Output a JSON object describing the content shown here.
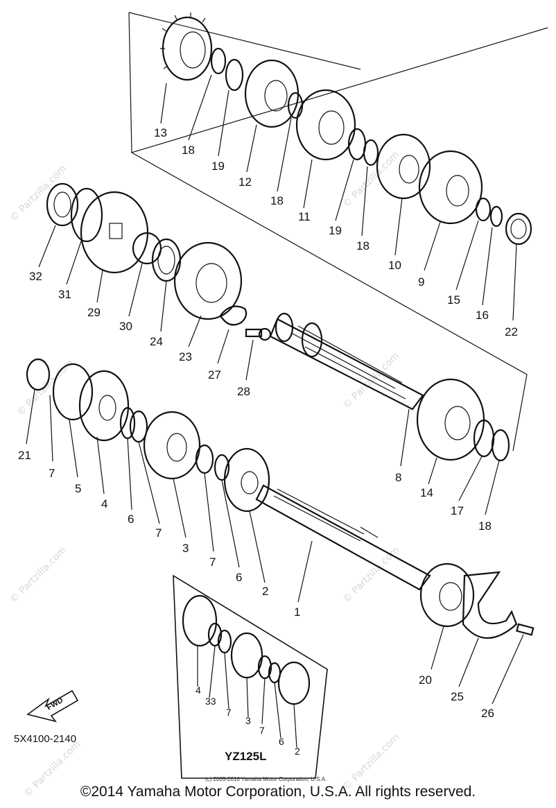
{
  "watermark": {
    "text": "© Partzilla.com"
  },
  "part_numbers": {
    "p1": "1",
    "p2": "2",
    "p3": "3",
    "p4": "4",
    "p5": "5",
    "p6a": "6",
    "p6b": "6",
    "p7a": "7",
    "p7b": "7",
    "p7c": "7",
    "p8": "8",
    "p9": "9",
    "p10": "10",
    "p11": "11",
    "p12": "12",
    "p13": "13",
    "p14": "14",
    "p15": "15",
    "p16": "16",
    "p17": "17",
    "p18a": "18",
    "p18b": "18",
    "p18c": "18",
    "p18d": "18",
    "p19a": "19",
    "p19b": "19",
    "p20": "20",
    "p21": "21",
    "p22": "22",
    "p23": "23",
    "p24": "24",
    "p25": "25",
    "p26": "26",
    "p27": "27",
    "p28": "28",
    "p29": "29",
    "p30": "30",
    "p31": "31",
    "p32": "32"
  },
  "inset": {
    "title": "YZ125L",
    "labels": {
      "l4": "4",
      "l33": "33",
      "l7a": "7",
      "l3": "3",
      "l7b": "7",
      "l6": "6",
      "l2": "2"
    }
  },
  "fwd_label": "FWD",
  "diagram_code": "5X4100-2140",
  "inset_copyright": "(c) 2005-2016 Yamaha Motor Corporation, U.S.A.",
  "footer_copyright": "©2014 Yamaha Motor Corporation, U.S.A. All rights reserved."
}
